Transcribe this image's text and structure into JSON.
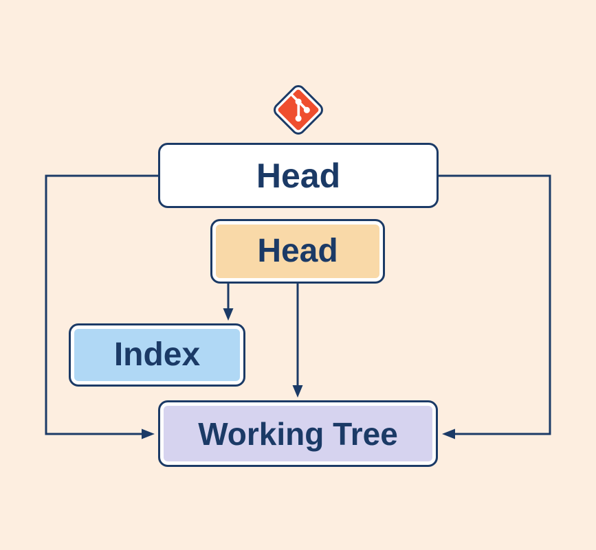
{
  "diagram": {
    "subject": "git-areas-diagram",
    "nodes": {
      "head_top": {
        "label": "Head",
        "fill": "#ffffff"
      },
      "head_middle": {
        "label": "Head",
        "fill": "#f9d9a8"
      },
      "index": {
        "label": "Index",
        "fill": "#b0d8f5"
      },
      "working_tree": {
        "label": "Working Tree",
        "fill": "#d6d3ef"
      }
    },
    "edges": [
      {
        "from": "head_top",
        "to": "working_tree",
        "route": "left-side",
        "arrowhead": "into-left-edge"
      },
      {
        "from": "head_top",
        "to": "working_tree",
        "route": "right-side",
        "arrowhead": "into-right-edge"
      },
      {
        "from": "head_middle",
        "to": "index",
        "route": "straight-down",
        "arrowhead": "into-top-edge"
      },
      {
        "from": "head_middle",
        "to": "working_tree",
        "route": "straight-down",
        "arrowhead": "into-top-edge"
      }
    ],
    "icon": {
      "name": "git-logo",
      "color": "#ef4e2e"
    },
    "colors": {
      "background": "#fdeee0",
      "line": "#1b3a66",
      "text": "#1b3a66",
      "node_border": "#1b3a66",
      "inner_ring": "#ffffff"
    }
  }
}
